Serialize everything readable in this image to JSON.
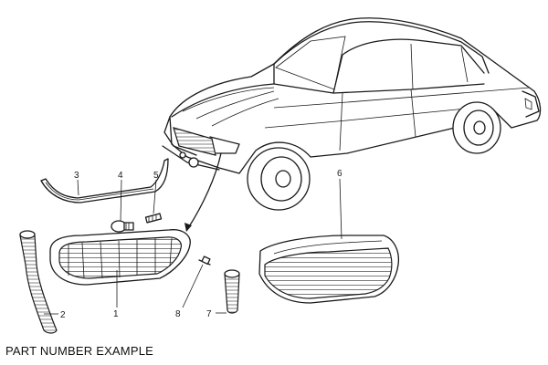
{
  "caption": "PART NUMBER EXAMPLE",
  "callouts": [
    {
      "id": "1",
      "label": "1"
    },
    {
      "id": "2",
      "label": "2"
    },
    {
      "id": "3",
      "label": "3"
    },
    {
      "id": "4",
      "label": "4"
    },
    {
      "id": "5",
      "label": "5"
    },
    {
      "id": "6",
      "label": "6"
    },
    {
      "id": "7",
      "label": "7"
    },
    {
      "id": "8",
      "label": "8"
    }
  ]
}
